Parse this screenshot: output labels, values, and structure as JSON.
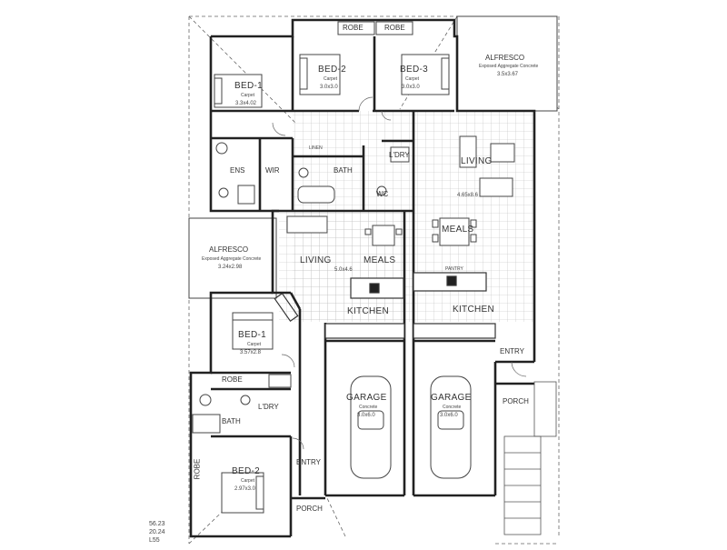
{
  "plan": {
    "rooms": [
      {
        "label": "BED-1",
        "sub": "Carpet",
        "dims": "3.3x4.02"
      },
      {
        "label": "BED-2",
        "sub": "Carpet",
        "dims": "3.0x3.0"
      },
      {
        "label": "BED-3",
        "sub": "Carpet",
        "dims": "3.0x3.0"
      },
      {
        "label": "ALFRESCO",
        "sub": "Exposed Aggregate Concrete",
        "dims": "3.5x3.67"
      },
      {
        "label": "ALFRESCO",
        "sub": "Exposed Aggregate Concrete",
        "dims": "3.24x2.98"
      },
      {
        "label": "LIVING",
        "sub": "",
        "dims": "4.65x8.6"
      },
      {
        "label": "MEALS",
        "sub": "",
        "dims": ""
      },
      {
        "label": "LIVING",
        "sub": "",
        "dims": ""
      },
      {
        "label": "MEALS",
        "sub": "",
        "dims": "5.0x4.6"
      },
      {
        "label": "KITCHEN",
        "sub": "",
        "dims": ""
      },
      {
        "label": "KITCHEN",
        "sub": "",
        "dims": ""
      },
      {
        "label": "BED-1",
        "sub": "Carpet",
        "dims": "3.57x2.8"
      },
      {
        "label": "BED-2",
        "sub": "Carpet",
        "dims": "2.97x3.0"
      },
      {
        "label": "GARAGE",
        "sub": "Concrete",
        "dims": "3.0x6.0"
      },
      {
        "label": "GARAGE",
        "sub": "Concrete",
        "dims": "3.0x6.0"
      }
    ],
    "fixtures": {
      "robe_top_left": "ROBE",
      "robe_top_right": "ROBE",
      "ens": "ENS",
      "wir": "WIR",
      "linen": "LINEN",
      "bath_top": "BATH",
      "ldry_top": "L'DRY",
      "wc": "WC",
      "entry_right": "ENTRY",
      "porch_right": "PORCH",
      "robe_mid": "ROBE",
      "bath_bottom": "BATH",
      "ldry_bottom": "L'DRY",
      "robe_vertical": "ROBE",
      "entry_left": "ENTRY",
      "porch_left": "PORCH",
      "pantry": "PANTRY"
    },
    "edge_numbers": [
      "56.23",
      "20.24",
      "L55"
    ],
    "colors": {
      "wall": "#222222",
      "grid": "#bbbbbb",
      "thin": "#555555",
      "dash": "#666666"
    }
  }
}
